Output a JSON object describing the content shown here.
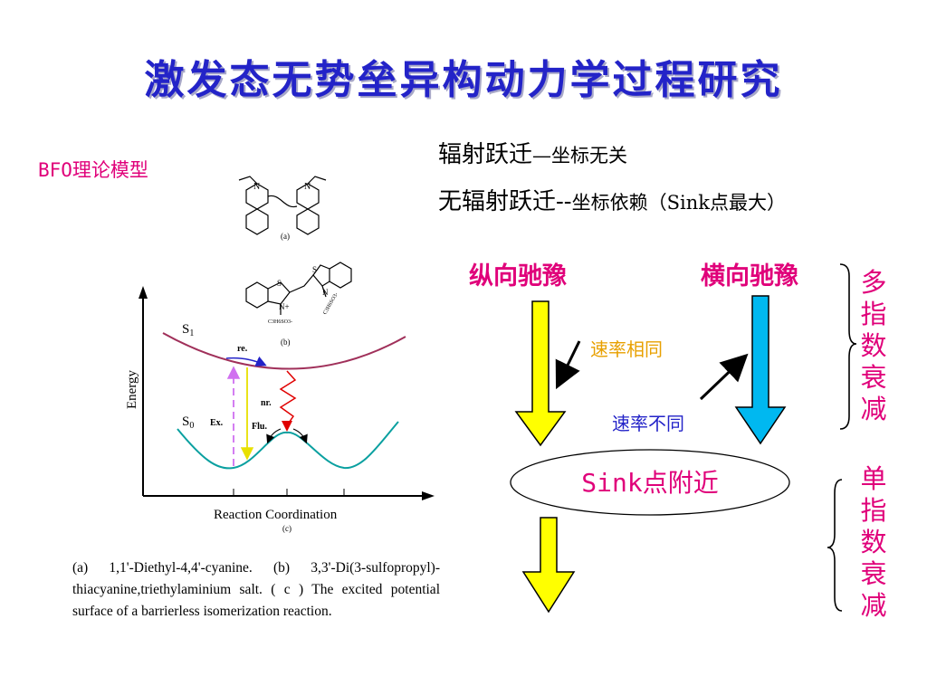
{
  "title": "激发态无势垒异构动力学过程研究",
  "model_label": "BFO理论模型",
  "notes": {
    "radiative": "辐射跃迁",
    "radiative_suffix": "—坐标无关",
    "nonradiative": "无辐射跃迁",
    "nonradiative_dash": "--",
    "nonradiative_suffix": "坐标依赖（Sink点最大）"
  },
  "flow": {
    "longitudinal": "纵向驰豫",
    "transverse": "横向驰豫",
    "rate_same": "速率相同",
    "rate_different": "速率不同",
    "sink": "Sink点附近",
    "multi_exp": [
      "多",
      "指",
      "数",
      "衰",
      "减"
    ],
    "single_exp": [
      "单",
      "指",
      "数",
      "衰",
      "减"
    ],
    "colors": {
      "yellow": "#ffff00",
      "cyan": "#00b8f0",
      "magenta": "#e0007a",
      "blue": "#2323c8",
      "orange": "#e8a000"
    }
  },
  "molecules": {
    "a_label": "(a)",
    "b_label": "(b)",
    "atom_n": "N",
    "atom_n_plus": "N+",
    "atom_s": "S",
    "sub_left": "C3H6SO3-",
    "sub_right": "C3H6SO3-"
  },
  "energy_diagram": {
    "y_axis_label": "Energy",
    "x_axis_label": "Reaction Coordination",
    "panel_label": "(c)",
    "s1_label": "S",
    "s1_sub": "1",
    "s0_label": "S",
    "s0_sub": "0",
    "re_label": "re.",
    "nr_label": "nr.",
    "ex_label": "Ex.",
    "flu_label": "Flu."
  },
  "caption": "(a) 1,1'-Diethyl-4,4'-cyanine. (b) 3,3'-Di(3-sulfopropyl)-thiacyanine,triethylaminium salt. ( c ) The excited potential surface of a barrierless isomerization reaction."
}
